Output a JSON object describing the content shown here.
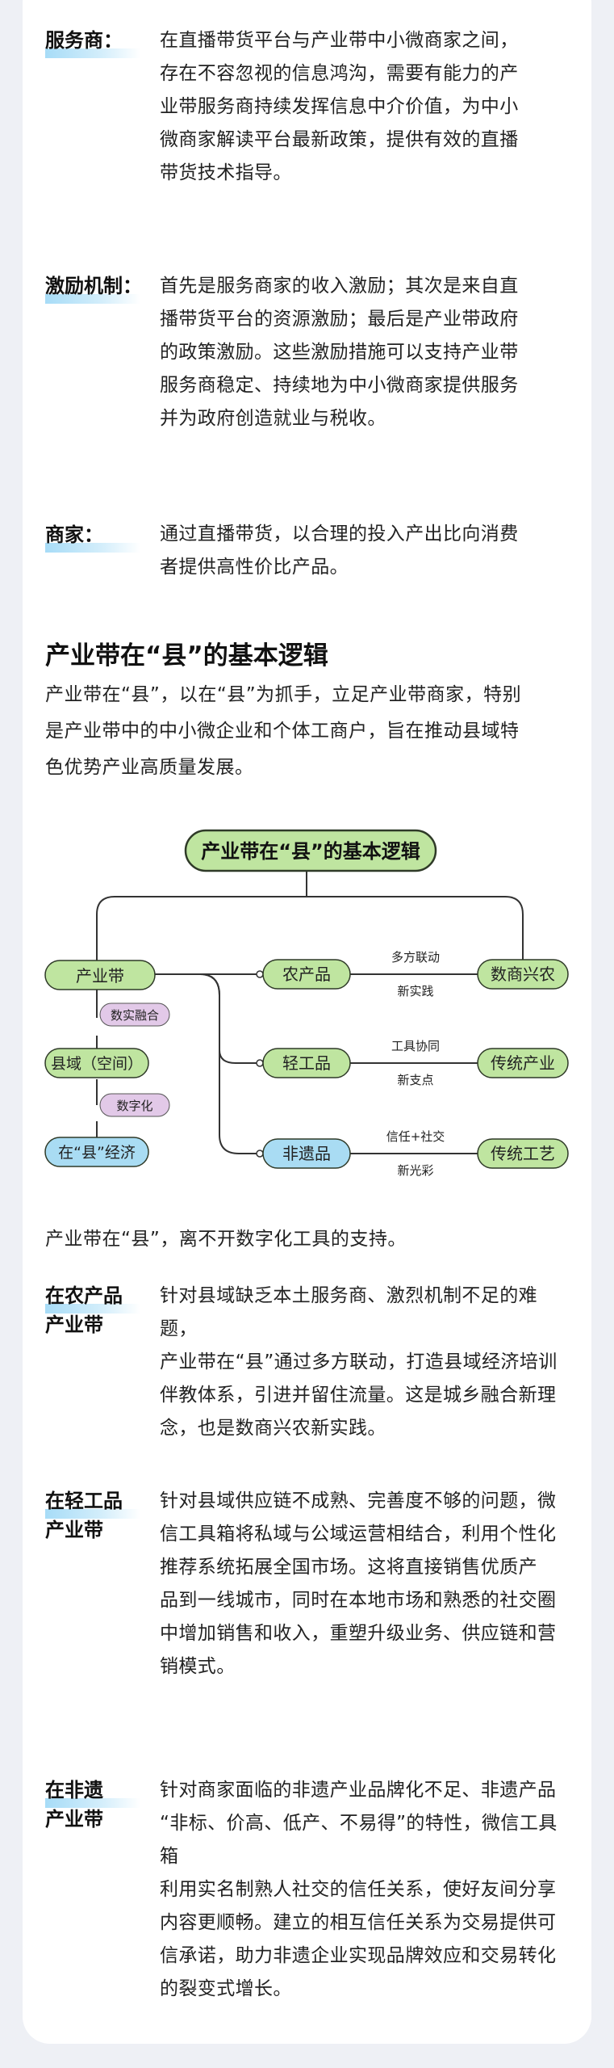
{
  "blocks": [
    {
      "term": "服务商：",
      "lines": [
        "在直播带货平台与产业带中小微商家之间，",
        "存在不容忽视的信息鸿沟，需要有能力的产",
        "业带服务商持续发挥信息中介价值，为中小",
        "微商家解读平台最新政策，提供有效的直播",
        "带货技术指导。"
      ]
    },
    {
      "term": "激励机制：",
      "lines": [
        "首先是服务商家的收入激励；其次是来自直",
        "播带货平台的资源激励；最后是产业带政府",
        "的政策激励。这些激励措施可以支持产业带",
        "服务商稳定、持续地为中小微商家提供服务",
        "并为政府创造就业与税收。"
      ]
    },
    {
      "term": "商家：",
      "lines": [
        "通过直播带货，以合理的投入产出比向消费",
        "者提供高性价比产品。"
      ]
    }
  ],
  "section": {
    "heading": "产业带在“县”的基本逻辑",
    "intro_lines": [
      "产业带在“县”，以在“县”为抓手，立足产业带商家，特别",
      "是产业带中的中小微企业和个体工商户，旨在推动县域特",
      "色优势产业高质量发展。"
    ]
  },
  "diagram": {
    "title": "产业带在“县”的基本逻辑",
    "left": {
      "industry": "产业带",
      "tag1": "数实融合",
      "county": "县域（空间）",
      "tag2": "数字化",
      "economy": "在“县”经济"
    },
    "rows": [
      {
        "node": "农产品",
        "top_label": "多方联动",
        "bottom_label": "新实践",
        "result": "数商兴农"
      },
      {
        "node": "轻工品",
        "top_label": "工具协同",
        "bottom_label": "新支点",
        "result": "传统产业"
      },
      {
        "node": "非遗品",
        "top_label": "信任+社交",
        "bottom_label": "新光彩",
        "result": "传统工艺"
      }
    ]
  },
  "support_text": "产业带在“县”，离不开数字化工具的支持。",
  "cases": [
    {
      "term_lines": [
        "在农产品",
        "产业带"
      ],
      "lines": [
        "针对县域缺乏本土服务商、激烈机制不足的难题，",
        "产业带在“县”通过多方联动，打造县域经济培训",
        "伴教体系，引进并留住流量。这是城乡融合新理",
        "念，也是数商兴农新实践。"
      ]
    },
    {
      "term_lines": [
        "在轻工品",
        "产业带"
      ],
      "lines": [
        "针对县域供应链不成熟、完善度不够的问题，微",
        "信工具箱将私域与公域运营相结合，利用个性化",
        "推荐系统拓展全国市场。这将直接销售优质产",
        "品到一线城市，同时在本地市场和熟悉的社交圈",
        "中增加销售和收入，重塑升级业务、供应链和营",
        "销模式。"
      ]
    },
    {
      "term_lines": [
        "在非遗",
        "产业带"
      ],
      "lines": [
        "针对商家面临的非遗产业品牌化不足、非遗产品",
        "“非标、价高、低产、不易得”的特性，微信工具箱",
        "利用实名制熟人社交的信任关系，使好友间分享",
        "内容更顺畅。建立的相互信任关系为交易提供可",
        "信承诺，助力非遗企业实现品牌效应和交易转化",
        "的裂变式增长。"
      ]
    }
  ],
  "colors": {
    "page_bg": "#eef0f5",
    "card_bg": "#ffffff",
    "highlight": "#a7dcf7",
    "green_node": "#bfe5a0",
    "green_node_border": "#2f3a28",
    "blue_node": "#a9dcf3",
    "purple_tag": "#e2c9e8",
    "line": "#333333"
  }
}
